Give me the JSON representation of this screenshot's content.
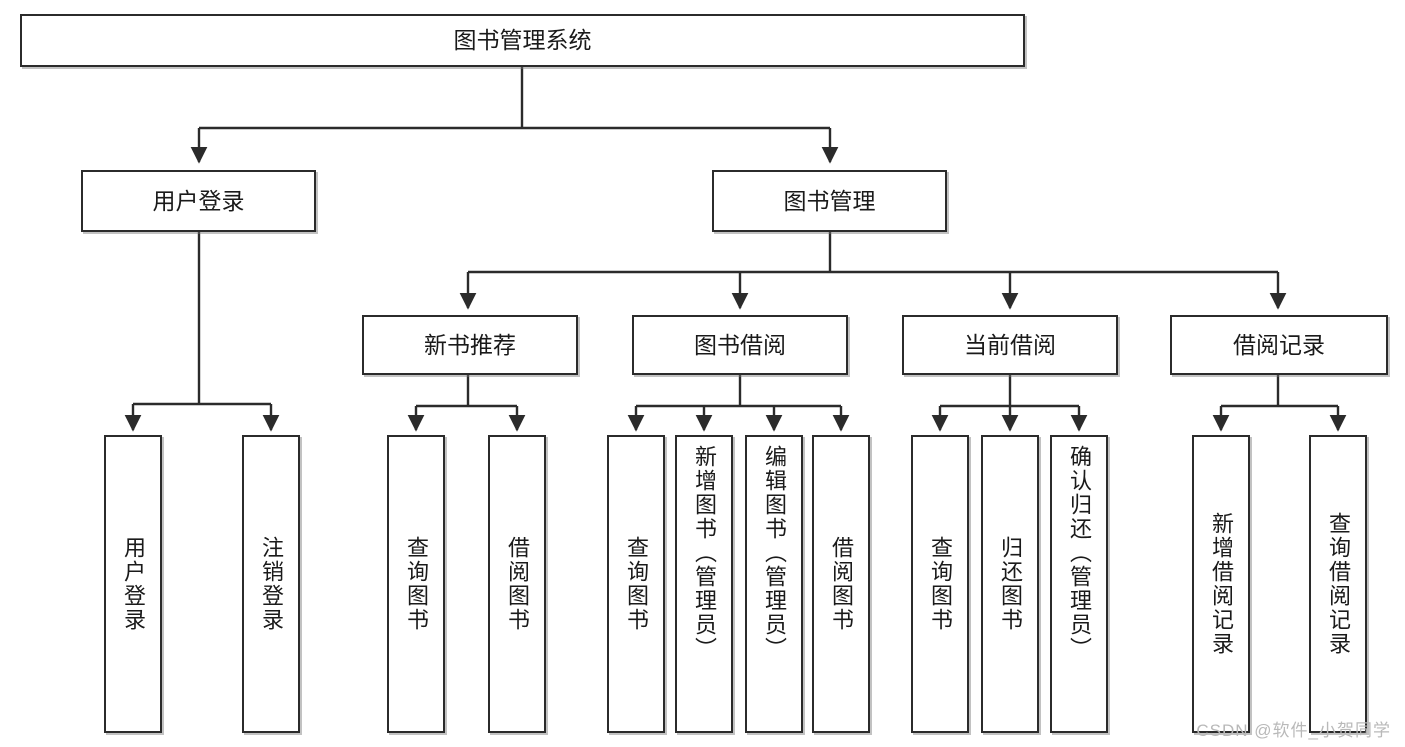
{
  "diagram": {
    "title": "图书管理系统",
    "type": "tree-hierarchy",
    "root": {
      "label": "图书管理系统"
    },
    "level2": [
      {
        "label": "用户登录"
      },
      {
        "label": "图书管理"
      }
    ],
    "level3": [
      {
        "label": "新书推荐"
      },
      {
        "label": "图书借阅"
      },
      {
        "label": "当前借阅"
      },
      {
        "label": "借阅记录"
      }
    ],
    "leaves": {
      "user_login": [
        {
          "label": "用户登录"
        },
        {
          "label": "注销登录"
        }
      ],
      "new_book_recommend": [
        {
          "label": "查询图书"
        },
        {
          "label": "借阅图书"
        }
      ],
      "book_borrow": [
        {
          "label": "查询图书"
        },
        {
          "label": "新增图书（管理员）"
        },
        {
          "label": "编辑图书（管理员）"
        },
        {
          "label": "借阅图书"
        }
      ],
      "current_borrow": [
        {
          "label": "查询图书"
        },
        {
          "label": "归还图书"
        },
        {
          "label": "确认归还（管理员）"
        }
      ],
      "borrow_record": [
        {
          "label": "新增借阅记录"
        },
        {
          "label": "查询借阅记录"
        }
      ]
    }
  },
  "watermark": {
    "text": "CSDN @软件_小贺同学"
  },
  "colors": {
    "border": "#2b2b2b",
    "background": "#ffffff",
    "text": "#1a1a1a",
    "watermark": "#b9b9b9"
  }
}
